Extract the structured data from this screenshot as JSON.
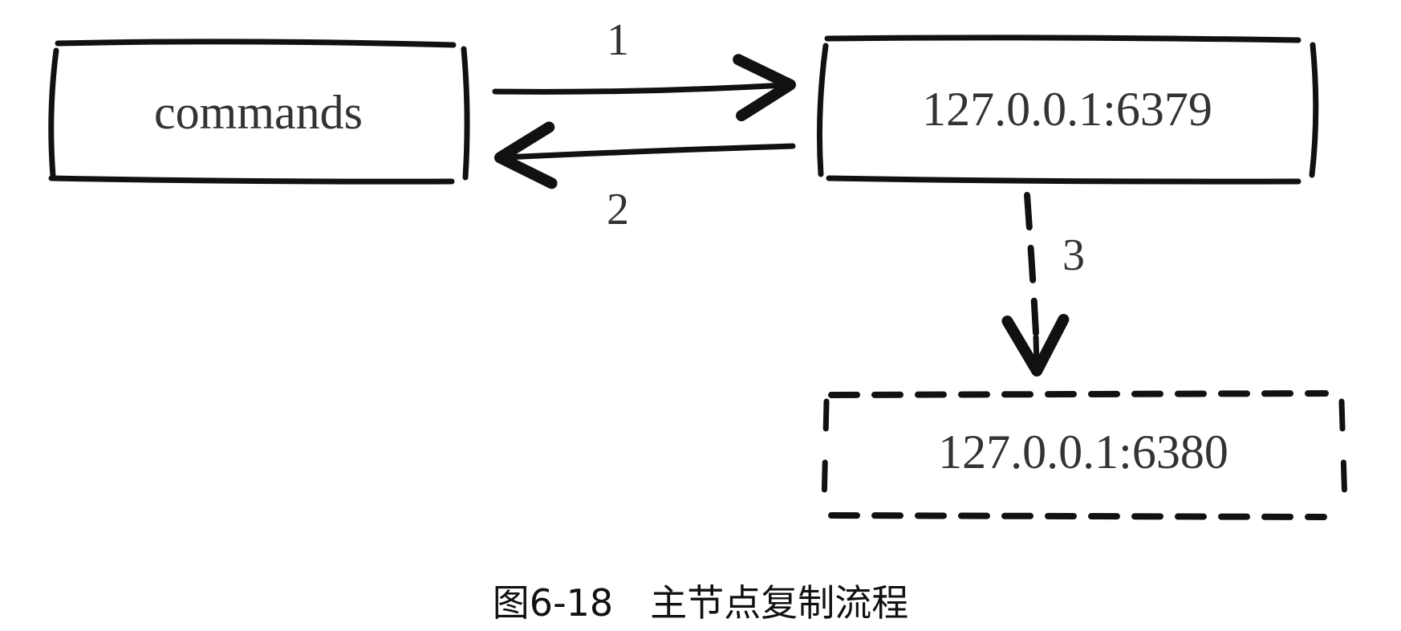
{
  "diagram": {
    "nodes": {
      "commands": "commands",
      "master": "127.0.0.1:6379",
      "slave": "127.0.0.1:6380"
    },
    "edges": {
      "step1": "1",
      "step2": "2",
      "step3": "3"
    }
  },
  "caption": "图6-18　主节点复制流程",
  "colors": {
    "stroke": "#111111",
    "text": "#333333"
  }
}
